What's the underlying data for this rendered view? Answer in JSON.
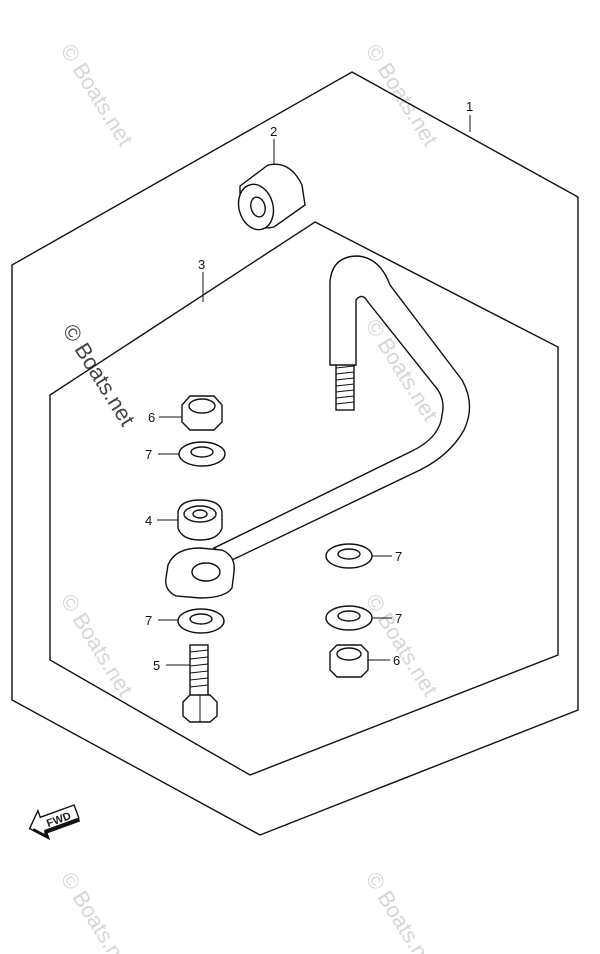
{
  "watermark": {
    "text": "© Boats.net"
  },
  "callouts": {
    "c1": "1",
    "c2": "2",
    "c3": "3",
    "c4": "4",
    "c5": "5",
    "c6a": "6",
    "c6b": "6",
    "c7a": "7",
    "c7b": "7",
    "c7c": "7",
    "c7d": "7"
  },
  "fwd_label": "FWD",
  "icons": {
    "direction": "fwd-arrow-icon"
  }
}
